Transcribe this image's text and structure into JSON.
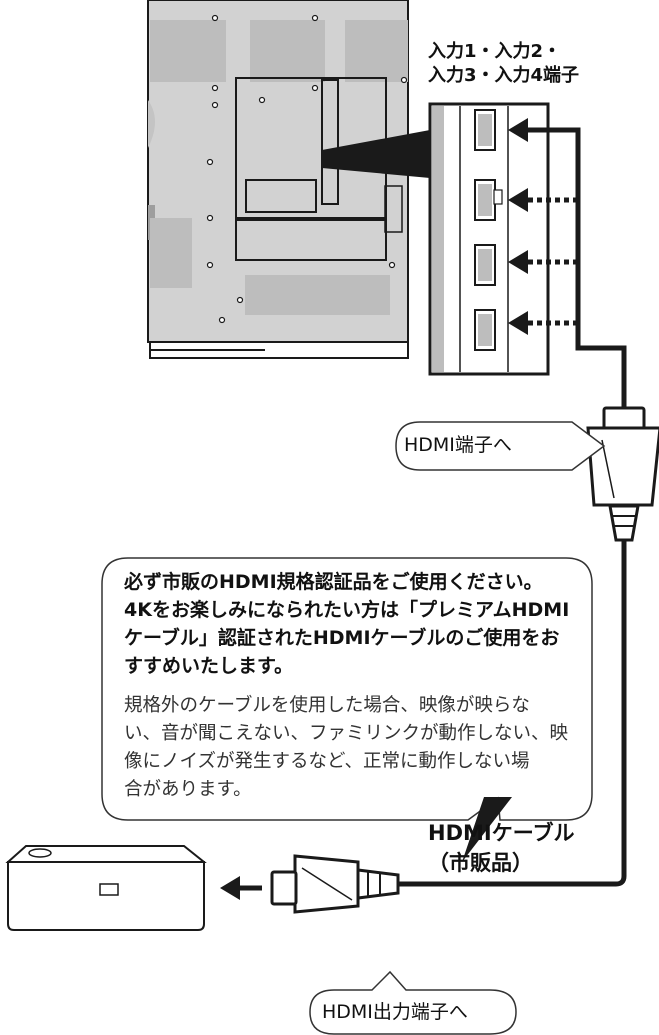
{
  "port_label": {
    "line1": "入力1・入力2・",
    "line2": "入力3・入力4端子"
  },
  "callout_to_tv": "HDMI端子へ",
  "callout_from_device": "HDMI出力端子へ",
  "note": {
    "bold_line1": "必ず市販のHDMI規格認証品をご使用ください。",
    "bold_line2": "4Kをお楽しみになられたい方は「プレミアムHDMI",
    "bold_line3": "ケーブル」認証されたHDMIケーブルのご使用をお",
    "bold_line4": "すすめいたします。",
    "body_line1": "規格外のケーブルを使用した場合、映像が映らな",
    "body_line2": "い、音が聞こえない、ファミリンクが動作しない、映",
    "body_line3": "像にノイズが発生するなど、正常に動作しない場",
    "body_line4": "合があります。"
  },
  "cable_label": {
    "line1": "HDMIケーブル",
    "line2": "（市販品）"
  },
  "colors": {
    "line": "#1a1a1a",
    "tv_panel": "#d2d2d2",
    "tv_pad": "#bdbdbd",
    "callout_border": "#333333"
  }
}
